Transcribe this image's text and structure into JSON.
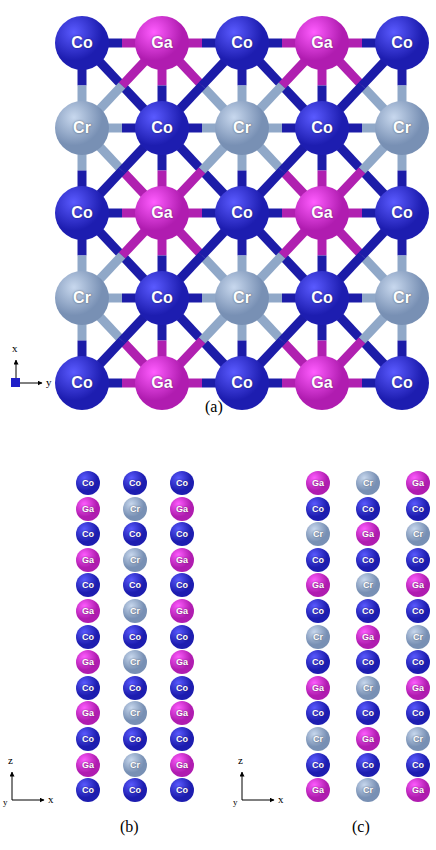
{
  "diagram": {
    "nodes": [
      {
        "text": [
          "Co"
        ]
      },
      {
        "text": [
          "Ga"
        ]
      },
      {
        "text": [
          "Co"
        ]
      },
      {
        "text": [
          "Ga"
        ]
      },
      {
        "text": [
          "Co"
        ]
      },
      {
        "text": [
          "Cr"
        ]
      },
      {
        "text": [
          "Co"
        ]
      },
      {
        "text": [
          "Cr"
        ]
      },
      {
        "text": [
          "Co"
        ]
      },
      {
        "text": [
          "Cr"
        ]
      },
      {
        "text": [
          "Co"
        ]
      },
      {
        "text": [
          "Ga"
        ]
      },
      {
        "text": [
          "Co"
        ]
      },
      {
        "text": [
          "Ga"
        ]
      },
      {
        "text": [
          "Co"
        ]
      },
      {
        "text": [
          "Cr"
        ]
      },
      {
        "text": [
          "Co"
        ]
      },
      {
        "text": [
          "Cr"
        ]
      },
      {
        "text": [
          "Co"
        ]
      },
      {
        "text": [
          "Cr"
        ]
      },
      {
        "text": [
          "Co"
        ]
      },
      {
        "text": [
          "Ga"
        ]
      },
      {
        "text": [
          "Co"
        ]
      },
      {
        "text": [
          "Ga"
        ]
      },
      {
        "text": [
          "Co"
        ]
      },
      {
        "text": [
          "Co"
        ]
      },
      {
        "text": [
          "Ga"
        ]
      },
      {
        "text": [
          "Co"
        ]
      },
      {
        "text": [
          "Ga"
        ]
      },
      {
        "text": [
          "Co"
        ]
      },
      {
        "text": [
          "Ga"
        ]
      },
      {
        "text": [
          "Co"
        ]
      },
      {
        "text": [
          "Ga"
        ]
      },
      {
        "text": [
          "Co"
        ]
      },
      {
        "text": [
          "Ga"
        ]
      },
      {
        "text": [
          "Co"
        ]
      },
      {
        "text": [
          "Ga"
        ]
      },
      {
        "text": [
          "Co"
        ]
      },
      {
        "text": [
          "Co"
        ]
      },
      {
        "text": [
          "Cr"
        ]
      },
      {
        "text": [
          "Co"
        ]
      },
      {
        "text": [
          "Cr"
        ]
      },
      {
        "text": [
          "Co"
        ]
      },
      {
        "text": [
          "Cr"
        ]
      },
      {
        "text": [
          "Co"
        ]
      },
      {
        "text": [
          "Cr"
        ]
      },
      {
        "text": [
          "Co"
        ]
      },
      {
        "text": [
          "Cr"
        ]
      },
      {
        "text": [
          "Co"
        ]
      },
      {
        "text": [
          "Cr"
        ]
      },
      {
        "text": [
          "Co"
        ]
      },
      {
        "text": [
          "Co"
        ]
      },
      {
        "text": [
          "Ga"
        ]
      },
      {
        "text": [
          "Co"
        ]
      },
      {
        "text": [
          "Ga"
        ]
      },
      {
        "text": [
          "Co"
        ]
      },
      {
        "text": [
          "Ga"
        ]
      },
      {
        "text": [
          "Co"
        ]
      },
      {
        "text": [
          "Ga"
        ]
      },
      {
        "text": [
          "Co"
        ]
      },
      {
        "text": [
          "Ga"
        ]
      },
      {
        "text": [
          "Co"
        ]
      },
      {
        "text": [
          "Ga"
        ]
      },
      {
        "text": [
          "Co"
        ]
      },
      {
        "text": [
          "Ga"
        ]
      },
      {
        "text": [
          "Co"
        ]
      },
      {
        "text": [
          "Cr"
        ]
      },
      {
        "text": [
          "Co"
        ]
      },
      {
        "text": [
          "Ga"
        ]
      },
      {
        "text": [
          "Co"
        ]
      },
      {
        "text": [
          "Cr"
        ]
      },
      {
        "text": [
          "Co"
        ]
      },
      {
        "text": [
          "Ga"
        ]
      },
      {
        "text": [
          "Co"
        ]
      },
      {
        "text": [
          "Cr"
        ]
      },
      {
        "text": [
          "Co"
        ]
      },
      {
        "text": [
          "Ga"
        ]
      },
      {
        "text": [
          "Cr"
        ]
      },
      {
        "text": [
          "Co"
        ]
      },
      {
        "text": [
          "Ga"
        ]
      },
      {
        "text": [
          "Co"
        ]
      },
      {
        "text": [
          "Cr"
        ]
      },
      {
        "text": [
          "Co"
        ]
      },
      {
        "text": [
          "Ga"
        ]
      },
      {
        "text": [
          "Co"
        ]
      },
      {
        "text": [
          "Cr"
        ]
      },
      {
        "text": [
          "Co"
        ]
      },
      {
        "text": [
          "Ga"
        ]
      },
      {
        "text": [
          "Co"
        ]
      },
      {
        "text": [
          "Cr"
        ]
      },
      {
        "text": [
          "Ga"
        ]
      },
      {
        "text": [
          "Co"
        ]
      },
      {
        "text": [
          "Cr"
        ]
      },
      {
        "text": [
          "Co"
        ]
      },
      {
        "text": [
          "Ga"
        ]
      },
      {
        "text": [
          "Co"
        ]
      },
      {
        "text": [
          "Cr"
        ]
      },
      {
        "text": [
          "Co"
        ]
      },
      {
        "text": [
          "Ga"
        ]
      },
      {
        "text": [
          "Co"
        ]
      },
      {
        "text": [
          "Cr"
        ]
      },
      {
        "text": [
          "Co"
        ]
      },
      {
        "text": [
          "Ga"
        ]
      }
    ],
    "edges": [
      {
        "from": 0,
        "to": 6,
        "arrow": "none"
      },
      {
        "from": 1,
        "to": 5,
        "arrow": "none"
      },
      {
        "from": 1,
        "to": 7,
        "arrow": "none"
      },
      {
        "from": 2,
        "to": 6,
        "arrow": "none"
      },
      {
        "from": 2,
        "to": 8,
        "arrow": "none"
      },
      {
        "from": 3,
        "to": 7,
        "arrow": "none"
      },
      {
        "from": 3,
        "to": 9,
        "arrow": "none"
      },
      {
        "from": 4,
        "to": 8,
        "arrow": "none"
      },
      {
        "from": 5,
        "to": 11,
        "arrow": "none"
      },
      {
        "from": 6,
        "to": 10,
        "arrow": "none"
      },
      {
        "from": 6,
        "to": 12,
        "arrow": "none"
      },
      {
        "from": 7,
        "to": 11,
        "arrow": "none"
      },
      {
        "from": 7,
        "to": 13,
        "arrow": "none"
      },
      {
        "from": 8,
        "to": 12,
        "arrow": "none"
      },
      {
        "from": 8,
        "to": 14,
        "arrow": "none"
      },
      {
        "from": 9,
        "to": 13,
        "arrow": "none"
      },
      {
        "from": 10,
        "to": 16,
        "arrow": "none"
      },
      {
        "from": 11,
        "to": 15,
        "arrow": "none"
      },
      {
        "from": 11,
        "to": 17,
        "arrow": "none"
      },
      {
        "from": 12,
        "to": 16,
        "arrow": "none"
      },
      {
        "from": 12,
        "to": 18,
        "arrow": "none"
      },
      {
        "from": 13,
        "to": 17,
        "arrow": "none"
      },
      {
        "from": 13,
        "to": 19,
        "arrow": "none"
      },
      {
        "from": 14,
        "to": 18,
        "arrow": "none"
      },
      {
        "from": 15,
        "to": 21,
        "arrow": "none"
      },
      {
        "from": 16,
        "to": 20,
        "arrow": "none"
      },
      {
        "from": 16,
        "to": 22,
        "arrow": "none"
      },
      {
        "from": 17,
        "to": 21,
        "arrow": "none"
      },
      {
        "from": 17,
        "to": 23,
        "arrow": "none"
      },
      {
        "from": 18,
        "to": 22,
        "arrow": "none"
      },
      {
        "from": 18,
        "to": 24,
        "arrow": "none"
      },
      {
        "from": 19,
        "to": 23,
        "arrow": "none"
      },
      {
        "from": 0,
        "to": 1,
        "arrow": "none"
      },
      {
        "from": 1,
        "to": 2,
        "arrow": "none"
      },
      {
        "from": 2,
        "to": 3,
        "arrow": "none"
      },
      {
        "from": 3,
        "to": 4,
        "arrow": "none"
      },
      {
        "from": 5,
        "to": 6,
        "arrow": "none"
      },
      {
        "from": 6,
        "to": 7,
        "arrow": "none"
      },
      {
        "from": 7,
        "to": 8,
        "arrow": "none"
      },
      {
        "from": 8,
        "to": 9,
        "arrow": "none"
      },
      {
        "from": 10,
        "to": 11,
        "arrow": "none"
      },
      {
        "from": 11,
        "to": 12,
        "arrow": "none"
      },
      {
        "from": 12,
        "to": 13,
        "arrow": "none"
      },
      {
        "from": 13,
        "to": 14,
        "arrow": "none"
      },
      {
        "from": 15,
        "to": 16,
        "arrow": "none"
      },
      {
        "from": 16,
        "to": 17,
        "arrow": "none"
      },
      {
        "from": 17,
        "to": 18,
        "arrow": "none"
      },
      {
        "from": 18,
        "to": 19,
        "arrow": "none"
      },
      {
        "from": 20,
        "to": 21,
        "arrow": "none"
      },
      {
        "from": 21,
        "to": 22,
        "arrow": "none"
      },
      {
        "from": 22,
        "to": 23,
        "arrow": "none"
      },
      {
        "from": 23,
        "to": 24,
        "arrow": "none"
      },
      {
        "from": 0,
        "to": 5,
        "arrow": "none"
      },
      {
        "from": 1,
        "to": 6,
        "arrow": "none"
      },
      {
        "from": 2,
        "to": 7,
        "arrow": "none"
      },
      {
        "from": 3,
        "to": 8,
        "arrow": "none"
      },
      {
        "from": 4,
        "to": 9,
        "arrow": "none"
      },
      {
        "from": 5,
        "to": 10,
        "arrow": "none"
      },
      {
        "from": 6,
        "to": 11,
        "arrow": "none"
      },
      {
        "from": 7,
        "to": 12,
        "arrow": "none"
      },
      {
        "from": 8,
        "to": 13,
        "arrow": "none"
      },
      {
        "from": 9,
        "to": 14,
        "arrow": "none"
      },
      {
        "from": 10,
        "to": 15,
        "arrow": "none"
      },
      {
        "from": 11,
        "to": 16,
        "arrow": "none"
      },
      {
        "from": 12,
        "to": 17,
        "arrow": "none"
      },
      {
        "from": 13,
        "to": 18,
        "arrow": "none"
      },
      {
        "from": 14,
        "to": 19,
        "arrow": "none"
      },
      {
        "from": 15,
        "to": 20,
        "arrow": "none"
      },
      {
        "from": 16,
        "to": 21,
        "arrow": "none"
      },
      {
        "from": 17,
        "to": 22,
        "arrow": "none"
      },
      {
        "from": 18,
        "to": 23,
        "arrow": "none"
      },
      {
        "from": 19,
        "to": 24,
        "arrow": "none"
      }
    ],
    "labels": [
      "x",
      "y",
      "(a)",
      "z",
      "y",
      "x",
      "(b)",
      "z",
      "y",
      "x",
      "(c)"
    ]
  }
}
